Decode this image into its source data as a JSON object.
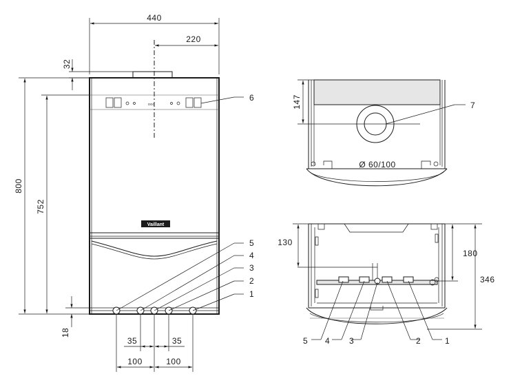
{
  "front_view": {
    "width": "440",
    "half_width": "220",
    "flue_offset": "32",
    "height_total": "800",
    "height_mounting": "752",
    "bottom_offset": "18",
    "spacing_inner_left": "35",
    "spacing_inner_right": "35",
    "spacing_outer_left": "100",
    "spacing_outer_right": "100",
    "callouts": [
      "5",
      "4",
      "3",
      "2",
      "1",
      "6"
    ],
    "logo_text": "Vaillant"
  },
  "top_view": {
    "depth": "147",
    "flue_diameter": "Ø 60/100",
    "callout": "7"
  },
  "bottom_view": {
    "dim_left": "130",
    "dim_right_inner": "180",
    "dim_right_outer": "346",
    "callouts": [
      "5",
      "4",
      "3",
      "2",
      "1"
    ]
  }
}
